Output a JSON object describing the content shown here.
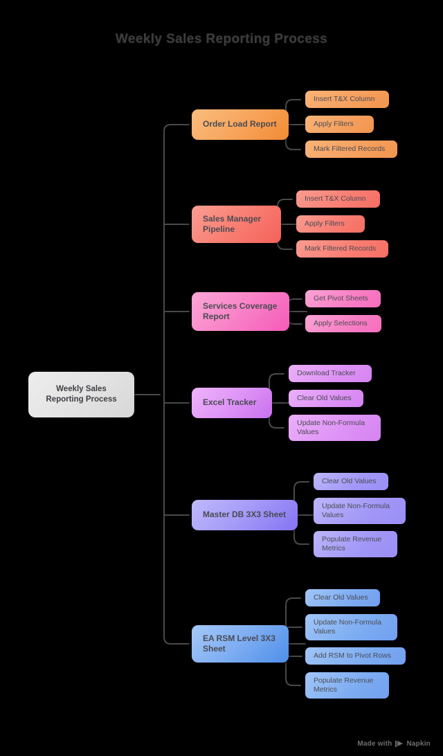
{
  "title": "Weekly Sales Reporting Process",
  "root": {
    "label": "Weekly Sales\nReporting Process",
    "color": "#e2e2e2"
  },
  "branches": [
    {
      "label": "Order Load Report",
      "color": "#f8a861",
      "children": [
        {
          "label": "Insert T&X Column"
        },
        {
          "label": "Apply Filters"
        },
        {
          "label": "Mark Filtered Records"
        }
      ]
    },
    {
      "label": "Sales Manager\nPipeline",
      "color": "#f98175",
      "children": [
        {
          "label": "Insert T&X Column"
        },
        {
          "label": "Apply Filters"
        },
        {
          "label": "Mark Filtered Records"
        }
      ]
    },
    {
      "label": "Services Coverage\nReport",
      "color": "#f986c8",
      "children": [
        {
          "label": "Get Pivot Sheets"
        },
        {
          "label": "Apply Selections"
        }
      ]
    },
    {
      "label": "Excel Tracker",
      "color": "#e098f6",
      "children": [
        {
          "label": "Download Tracker"
        },
        {
          "label": "Clear Old Values"
        },
        {
          "label": "Update Non-Formula\nValues"
        }
      ]
    },
    {
      "label": "Master DB 3X3 Sheet",
      "color": "#a79df8",
      "children": [
        {
          "label": "Clear Old Values"
        },
        {
          "label": "Update Non-Formula\nValues"
        },
        {
          "label": "Populate Revenue\nMetrics"
        }
      ]
    },
    {
      "label": "EA RSM Level 3X3\nSheet",
      "color": "#82b0f3",
      "children": [
        {
          "label": "Clear Old Values"
        },
        {
          "label": "Update Non-Formula\nValues"
        },
        {
          "label": "Add RSM to Pivot Rows"
        },
        {
          "label": "Populate Revenue\nMetrics"
        }
      ]
    }
  ],
  "watermark": {
    "text_before": "Made with",
    "brand": "Napkin",
    "logo_icon": "napkin-play-icon"
  },
  "connector_color": "#4a4a4a",
  "background": "#000000"
}
